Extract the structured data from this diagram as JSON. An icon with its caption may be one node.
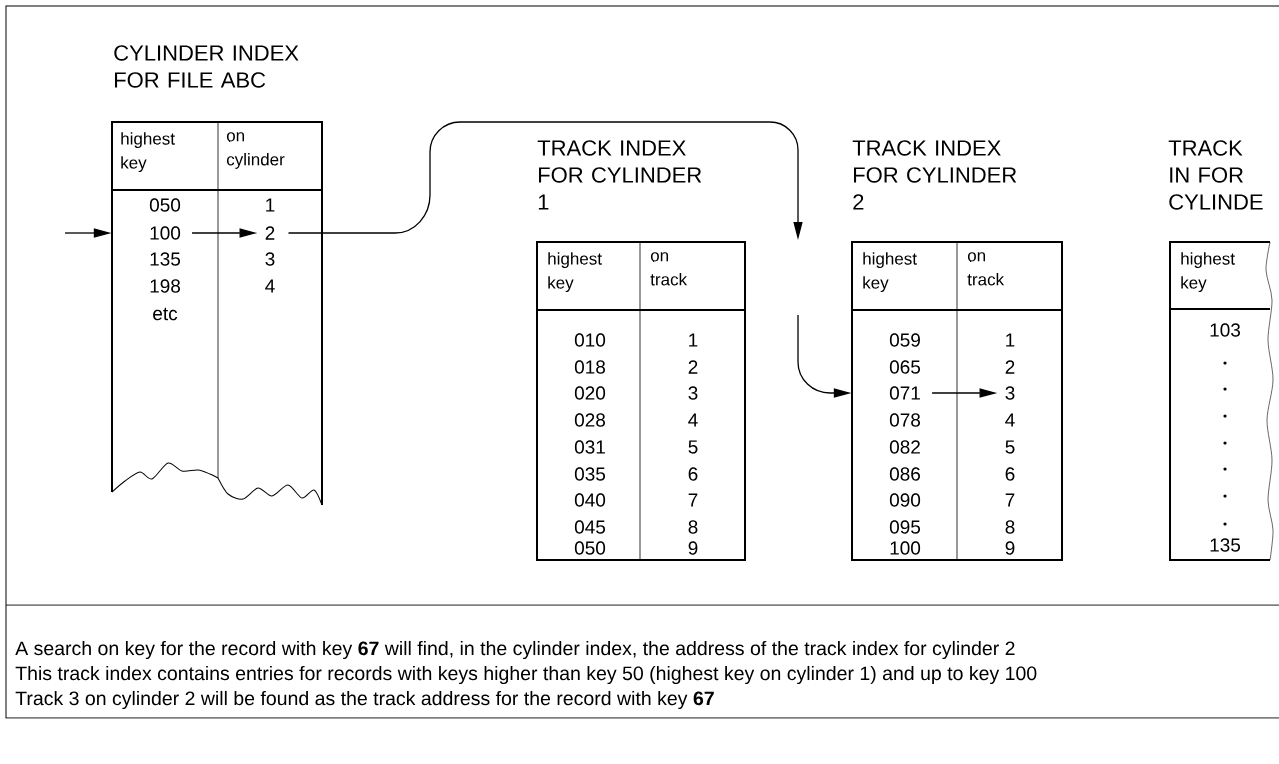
{
  "diagram": {
    "nodes": [
      {
        "text": [
          "CYLINDER INDEX FOR FILE ABC",
          "highest key",
          "on cylinder",
          "050",
          "1",
          "135",
          "3",
          "198",
          "4",
          "etc"
        ]
      },
      {
        "text": [
          "100"
        ],
        "in": 0
      },
      {
        "text": [
          "2"
        ],
        "in": 0
      },
      {
        "text": [
          "TRACK INDEX FOR CYLINDER 1",
          "highest key",
          "on track",
          "010",
          "1",
          "018",
          "2",
          "020",
          "3",
          "028",
          "4",
          "031",
          "5",
          "035",
          "6",
          "040",
          "7",
          "045",
          "8",
          "050",
          "9"
        ]
      },
      {
        "text": [
          "TRACK INDEX FOR CYLINDER 2",
          "highest key",
          "on track",
          "059",
          "1",
          "065",
          "2",
          "078",
          "4",
          "082",
          "5",
          "086",
          "6",
          "090",
          "7",
          "095",
          "8",
          "100",
          "9"
        ]
      },
      {
        "text": [
          "071"
        ],
        "in": 4
      },
      {
        "text": [
          "3"
        ],
        "in": 4
      },
      {
        "text": [
          "TRACK IN FOR CYLINDE",
          "highest key",
          "103",
          "135"
        ]
      }
    ],
    "edges": [
      {
        "from": null,
        "to": 0,
        "arrow": "to"
      },
      {
        "from": 1,
        "to": 2,
        "arrow": "to"
      },
      {
        "from": 2,
        "to": null,
        "arrow": "to"
      },
      {
        "from": null,
        "to": 4,
        "arrow": "to"
      },
      {
        "from": 5,
        "to": 6,
        "arrow": "to"
      }
    ],
    "labels": [
      "A search on key for the record with key **67** will find, in the cylinder index, the address of the track index for cylinder 2",
      "This track index contains entries for records with keys higher than key 50 (highest key on cylinder 1) and up to key 100",
      "Track 3 on cylinder 2 will be found as the track address for the record with key **67**"
    ]
  }
}
